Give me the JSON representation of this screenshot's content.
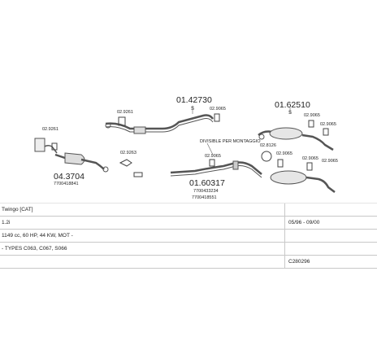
{
  "diagram": {
    "part_numbers": {
      "front_pipe": "01.42730",
      "rear_silencer_upper": "01.62510",
      "rear_silencer_lower": "01.60317",
      "catalyst": "04.3704"
    },
    "oem_numbers": {
      "rear_lower_1": "7700433234",
      "rear_lower_2": "7700418551",
      "catalyst": "7700418841"
    },
    "fittings": {
      "f1": "02.9261",
      "f2": "02.9261",
      "f3": "02.9065",
      "f4": "02.9065",
      "f5": "02.9065",
      "f6": "02.9065",
      "f7": "02.9263",
      "f8": "02.9065",
      "f9": "02.9065",
      "f10": "02.8126",
      "f11": "02.9065"
    },
    "markers": {
      "s1": "S",
      "s2": "S"
    },
    "note": "DIVISIBLE PER MONTAGGIO"
  },
  "table": {
    "rows": [
      {
        "left": "Twingo  [CAT]",
        "right": ""
      },
      {
        "left": "1.2i",
        "right": "05/96 - 09/00"
      },
      {
        "left": "1149 cc, 60 HP, 44 KW, MOT -",
        "right": ""
      },
      {
        "left": "- TYPES C063, C067, S066",
        "right": ""
      },
      {
        "left": "",
        "right": "C280296"
      }
    ]
  }
}
